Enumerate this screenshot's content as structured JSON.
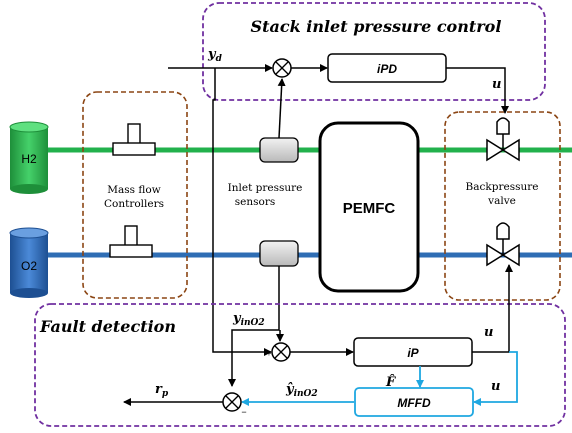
{
  "groups": {
    "stack_control": "Stack inlet pressure control",
    "fault_detection": "Fault detection"
  },
  "blocks": {
    "ipd": "iPD",
    "ip": "iP",
    "mffd": "MFFD",
    "pemfc": "PEMFC"
  },
  "tanks": {
    "h2": "H2",
    "o2": "O2"
  },
  "labels": {
    "mass_flow_line1": "Mass flow",
    "mass_flow_line2": "Controllers",
    "inlet_line1": "Inlet pressure",
    "inlet_line2": "sensors",
    "backpressure_line1": "Backpressure",
    "backpressure_line2": "valve"
  },
  "signals": {
    "yd_main": "y",
    "yd_sub": "d",
    "u_top": "u",
    "u_mid": "u",
    "u_bottom": "u",
    "yin_main": "y",
    "yin_sub": "inO2",
    "yhat_main": "ŷ",
    "yhat_sub": "inO2",
    "fhat": "F̂",
    "rp_main": "r",
    "rp_sub": "p",
    "plus": "+",
    "minus": "−"
  },
  "colors": {
    "h2_line": "#22b14c",
    "o2_line": "#2e6db4",
    "h2_tank": "#2db84d",
    "o2_tank": "#2f6fbf",
    "control_border": "#7030a0",
    "equipment_border": "#8b4513",
    "fault_link": "#1ea7e1"
  }
}
